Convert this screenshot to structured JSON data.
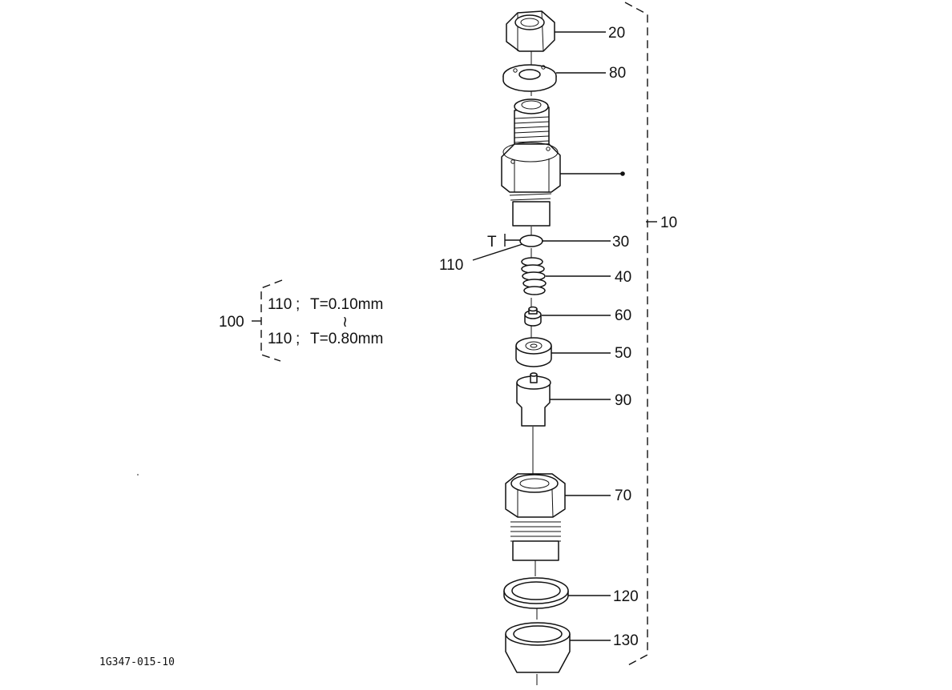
{
  "callouts": {
    "nut_20": "20",
    "plate_80": "80",
    "assembly_10": "10",
    "pin_30": "30",
    "shim_110": "110",
    "spring_40": "40",
    "piece_60": "60",
    "spacer_50": "50",
    "nozzle_90": "90",
    "retaining_nut_70": "70",
    "gasket_120": "120",
    "washer_130": "130"
  },
  "thickness_marker": "T",
  "shim_set": {
    "id": "100",
    "line1_part": "110",
    "line1_sep": ";",
    "line1_value": "T=0.10mm",
    "range_mark": "≀",
    "line2_part": "110",
    "line2_sep": ";",
    "line2_value": "T=0.80mm"
  },
  "drawing_code": "1G347-015-10"
}
